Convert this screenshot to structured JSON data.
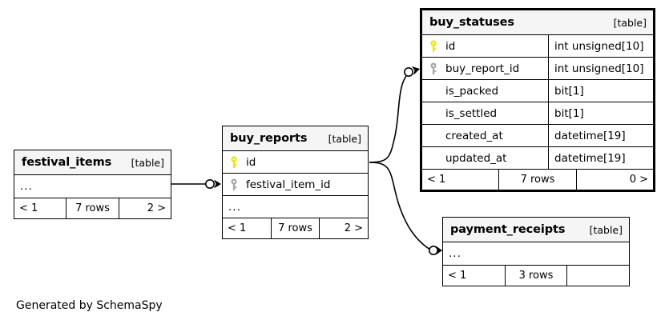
{
  "diagram": {
    "credit": "Generated by SchemaSpy",
    "table_tag": "[table]",
    "ellipsis": "...",
    "colors": {
      "primary_key_icon": "#e8e800",
      "foreign_key_icon": "#a0a0a0",
      "header_background": "#f5f5f5",
      "border": "#000000",
      "background": "#ffffff"
    }
  },
  "tables": {
    "buy_statuses": {
      "name": "buy_statuses",
      "tag": "[table]",
      "emphasized": true,
      "columns": [
        {
          "icon": "primary-key-icon",
          "name": "id",
          "type": "int unsigned[10]"
        },
        {
          "icon": "foreign-key-icon",
          "name": "buy_report_id",
          "type": "int unsigned[10]"
        },
        {
          "icon": "none",
          "name": "is_packed",
          "type": "bit[1]"
        },
        {
          "icon": "none",
          "name": "is_settled",
          "type": "bit[1]"
        },
        {
          "icon": "none",
          "name": "created_at",
          "type": "datetime[19]"
        },
        {
          "icon": "none",
          "name": "updated_at",
          "type": "datetime[19]"
        }
      ],
      "footer": {
        "left": "< 1",
        "middle": "7 rows",
        "right": "0 >"
      }
    },
    "buy_reports": {
      "name": "buy_reports",
      "tag": "[table]",
      "emphasized": false,
      "columns": [
        {
          "icon": "primary-key-icon",
          "name": "id",
          "type": ""
        },
        {
          "icon": "foreign-key-icon",
          "name": "festival_item_id",
          "type": ""
        },
        {
          "icon": "none",
          "name": "...",
          "type": ""
        }
      ],
      "footer": {
        "left": "< 1",
        "middle": "7 rows",
        "right": "2 >"
      }
    },
    "festival_items": {
      "name": "festival_items",
      "tag": "[table]",
      "emphasized": false,
      "columns": [
        {
          "icon": "none",
          "name": "...",
          "type": ""
        }
      ],
      "footer": {
        "left": "< 1",
        "middle": "7 rows",
        "right": "2 >"
      }
    },
    "payment_receipts": {
      "name": "payment_receipts",
      "tag": "[table]",
      "emphasized": false,
      "columns": [
        {
          "icon": "none",
          "name": "...",
          "type": ""
        }
      ],
      "footer": {
        "left": "< 1",
        "middle": "3 rows",
        "right": ""
      }
    }
  },
  "relationships": [
    {
      "from": "festival_items",
      "to": "buy_reports.festival_item_id",
      "style": "zero-or-many"
    },
    {
      "from": "buy_reports.id",
      "to": "buy_statuses.buy_report_id",
      "style": "zero-or-many"
    },
    {
      "from": "buy_reports.id",
      "to": "payment_receipts",
      "style": "zero-or-many"
    }
  ]
}
